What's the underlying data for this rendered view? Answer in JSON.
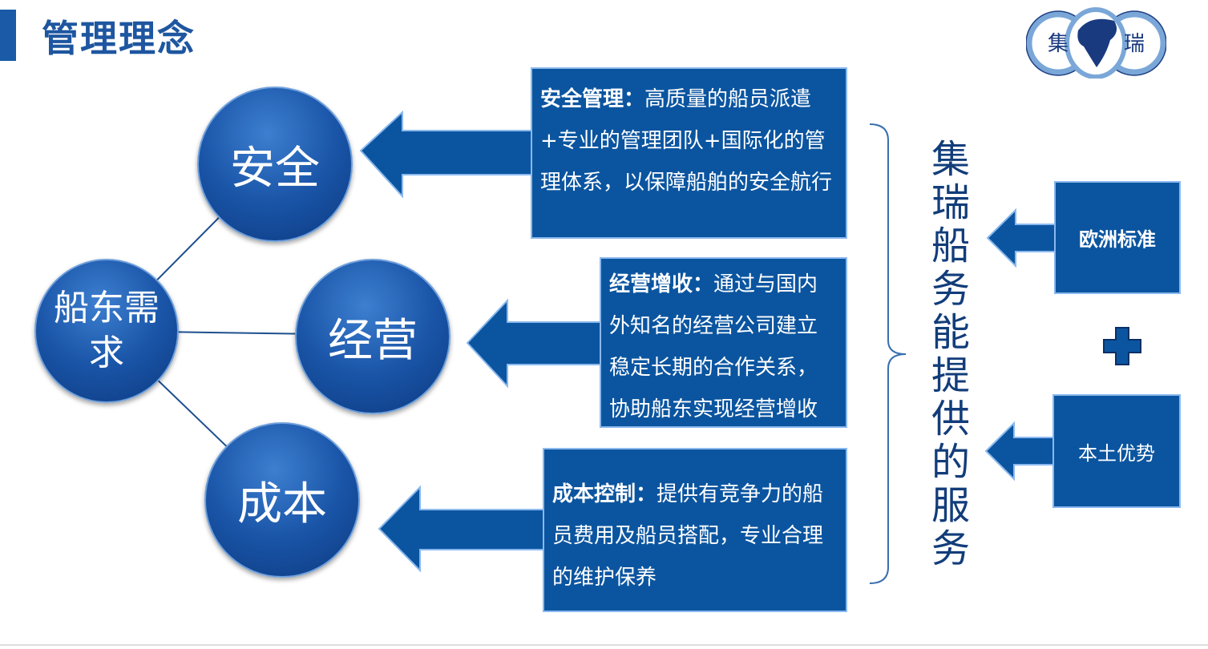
{
  "title": "管理理念",
  "logo": {
    "left_char": "集",
    "right_char": "瑞"
  },
  "hub": "船东需求",
  "nodes": [
    {
      "label": "安全"
    },
    {
      "label": "经营"
    },
    {
      "label": "成本"
    }
  ],
  "boxes": [
    {
      "heading": "安全管理：",
      "body": "高质量的船员派遣+专业的管理团队+国际化的管理体系，以保障船舶的安全航行"
    },
    {
      "heading": "经营增收：",
      "body": "通过与国内外知名的经营公司建立稳定长期的合作关系，协助船东实现经营增收"
    },
    {
      "heading": "成本控制：",
      "body": "提供有竞争力的船员费用及船员搭配，专业合理的维护保养"
    }
  ],
  "vertical_text": "集瑞船务能提供的服务",
  "side": {
    "top": "欧洲标准",
    "plus": "+",
    "bottom": "本土优势"
  },
  "colors": {
    "primary": "#0b55a0",
    "title": "#1e56a0"
  }
}
